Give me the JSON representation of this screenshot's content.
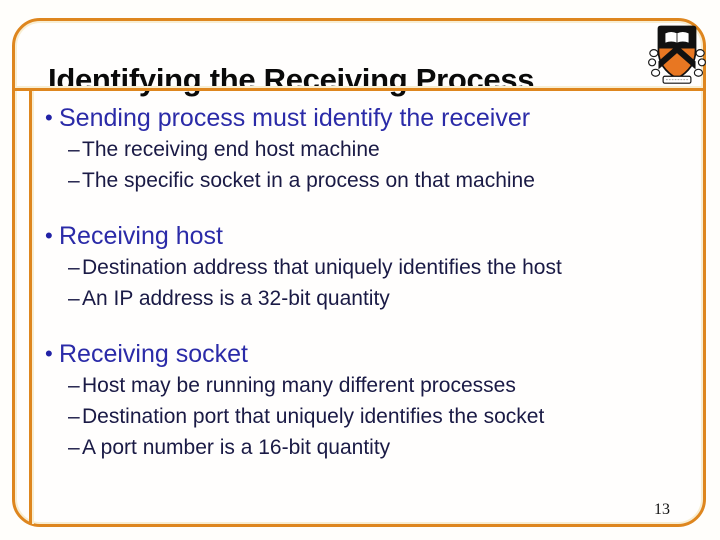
{
  "slide": {
    "title": "Identifying the Receiving Process",
    "page_number": "13",
    "logo": "princeton-university-crest-icon",
    "colors": {
      "frame_orange": "#de861e",
      "crest_orange": "#e87722",
      "bullet_blue": "#2b2ba8",
      "sub_text_navy": "#1a1a45",
      "title_black": "#0a0a0a"
    }
  },
  "markers": {
    "bullet": "•",
    "dash": "–"
  },
  "sections": [
    {
      "heading": "Sending process must identify the receiver",
      "subs": [
        "The receiving end host machine",
        "The specific socket in a process on that machine"
      ]
    },
    {
      "heading": "Receiving host",
      "subs": [
        "Destination address that uniquely identifies the host",
        "An IP address is a 32-bit quantity"
      ]
    },
    {
      "heading": "Receiving socket",
      "subs": [
        "Host may be running many different processes",
        "Destination port that uniquely identifies the socket",
        "A port number is a 16-bit quantity"
      ]
    }
  ]
}
